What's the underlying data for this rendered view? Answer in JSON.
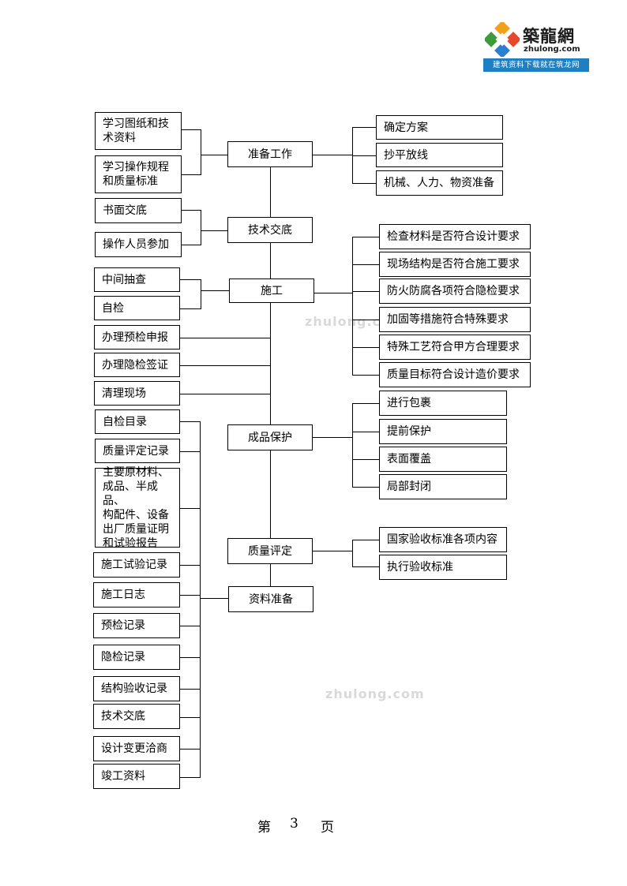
{
  "logo": {
    "title": "築龍網",
    "domain": "zhulong.com",
    "slogan": "建筑资料下载就在筑龙网"
  },
  "watermark": "zhulong.com",
  "center": {
    "prep": "准备工作",
    "tech": "技术交底",
    "construction": "施工",
    "protection": "成品保护",
    "quality": "质量评定",
    "documents": "资料准备"
  },
  "left": {
    "prep": [
      "学习图纸和技\n术资料",
      "学习操作规程\n和质量标准"
    ],
    "tech": [
      "书面交底",
      "操作人员参加"
    ],
    "construction": [
      "中间抽查",
      "自检",
      "办理预检申报",
      "办理隐检签证",
      "清理现场"
    ],
    "documents": [
      "自检目录",
      "质量评定记录",
      "主要原材料、\n成品、半成品、\n构配件、设备\n出厂质量证明\n和试验报告",
      "施工试验记录",
      "施工日志",
      "预检记录",
      "隐检记录",
      "结构验收记录",
      "技术交底",
      "设计变更洽商",
      "竣工资料"
    ]
  },
  "right": {
    "prep": [
      "确定方案",
      "抄平放线",
      "机械、人力、物资准备"
    ],
    "construction": [
      "检查材料是否符合设计要求",
      "现场结构是否符合施工要求",
      "防火防腐各项符合隐检要求",
      "加固等措施符合特殊要求",
      "特殊工艺符合甲方合理要求",
      "质量目标符合设计造价要求"
    ],
    "protection": [
      "进行包裹",
      "提前保护",
      "表面覆盖",
      "局部封闭"
    ],
    "quality": [
      "国家验收标准各项内容",
      "执行验收标准"
    ]
  },
  "footer": {
    "prefix": "第",
    "page": "3",
    "suffix": "页"
  }
}
